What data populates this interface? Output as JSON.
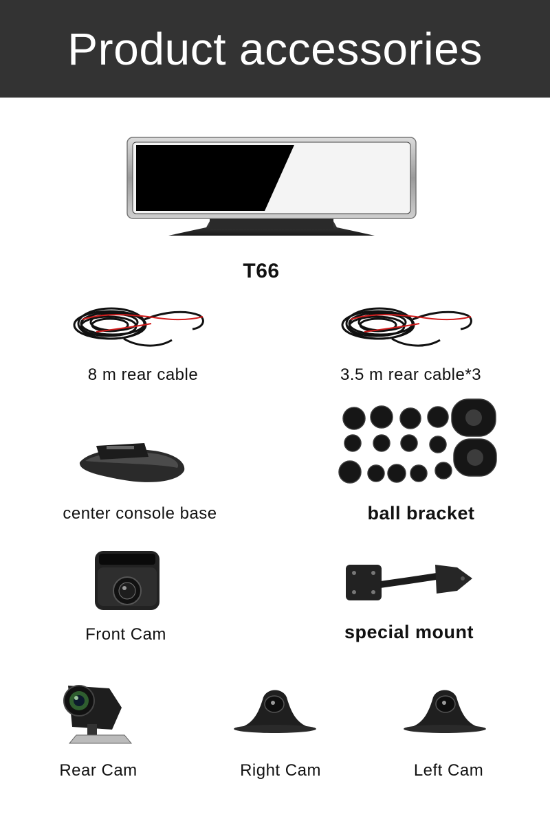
{
  "header": {
    "title": "Product accessories"
  },
  "items": {
    "t66": "T66",
    "rear_cable_8m": "8 m rear cable",
    "rear_cable_3_5m": "3.5 m rear cable*3",
    "console_base": "center console base",
    "ball_bracket": "ball bracket",
    "front_cam": "Front Cam",
    "special_mount": "special mount",
    "rear_cam": "Rear Cam",
    "right_cam": "Right Cam",
    "left_cam": "Left Cam"
  }
}
